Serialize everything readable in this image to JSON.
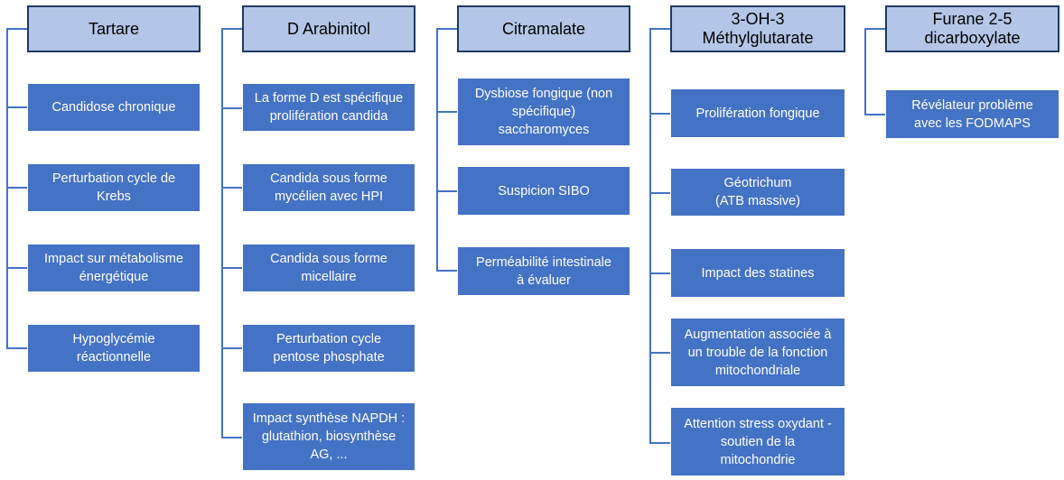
{
  "columns": [
    {
      "header": "Tartare",
      "items": [
        "Candidose chronique",
        "Perturbation cycle de\nKrebs",
        "Impact sur métabolisme\nénergétique",
        "Hypoglycémie\nréactionnelle"
      ]
    },
    {
      "header": "D Arabinitol",
      "items": [
        "La forme D est spécifique\nprolifération candida",
        "Candida sous forme\nmycélien avec HPI",
        "Candida sous forme\nmicellaire",
        "Perturbation cycle\npentose phosphate",
        "Impact synthèse NAPDH :\nglutathion, biosynthèse\nAG, ..."
      ]
    },
    {
      "header": "Citramalate",
      "items": [
        "Dysbiose fongique (non\nspécifique)\nsaccharomyces",
        "Suspicion SIBO",
        "Perméabilité intestinale\nà évaluer"
      ]
    },
    {
      "header": "3-OH-3\nMéthylglutarate",
      "items": [
        "Prolifération fongique",
        "Géotrichum\n(ATB massive)",
        "Impact des statines",
        "Augmentation associée à\nun trouble de la fonction\nmitochondriale",
        "Attention stress oxydant -\nsoutien de la\nmitochondrie"
      ]
    },
    {
      "header": "Furane 2-5\ndicarboxylate",
      "items": [
        "Révélateur problème\navec les FODMAPS"
      ]
    }
  ],
  "colors": {
    "header_fill": "#b4c6e7",
    "header_border": "#203864",
    "box_fill": "#4472c4",
    "connector": "#4472c4"
  }
}
